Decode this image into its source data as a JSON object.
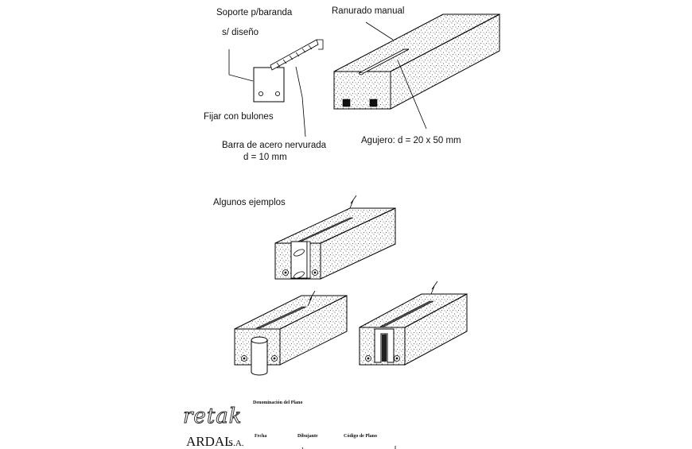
{
  "labels": {
    "soporte_line1": "Soporte p/baranda",
    "soporte_line2": "s/ diseño",
    "fijar": "Fijar con bulones",
    "barra_line1": "Barra de acero nervurada",
    "barra_line2": "d = 10 mm",
    "ranurado": "Ranurado manual",
    "agujero": "Agujero: d = 20 x 50 mm",
    "ejemplos": "Algunos ejemplos"
  },
  "title_block": {
    "logo": "retak",
    "company": "ARDAL",
    "company_suffix": "S.A.",
    "denominacion": "Denominación del Plano",
    "fecha": "Fecha",
    "dibujante": "Dibujante",
    "codigo": "Código de Plano"
  },
  "colors": {
    "line": "#000000",
    "speckle": "#444444"
  }
}
